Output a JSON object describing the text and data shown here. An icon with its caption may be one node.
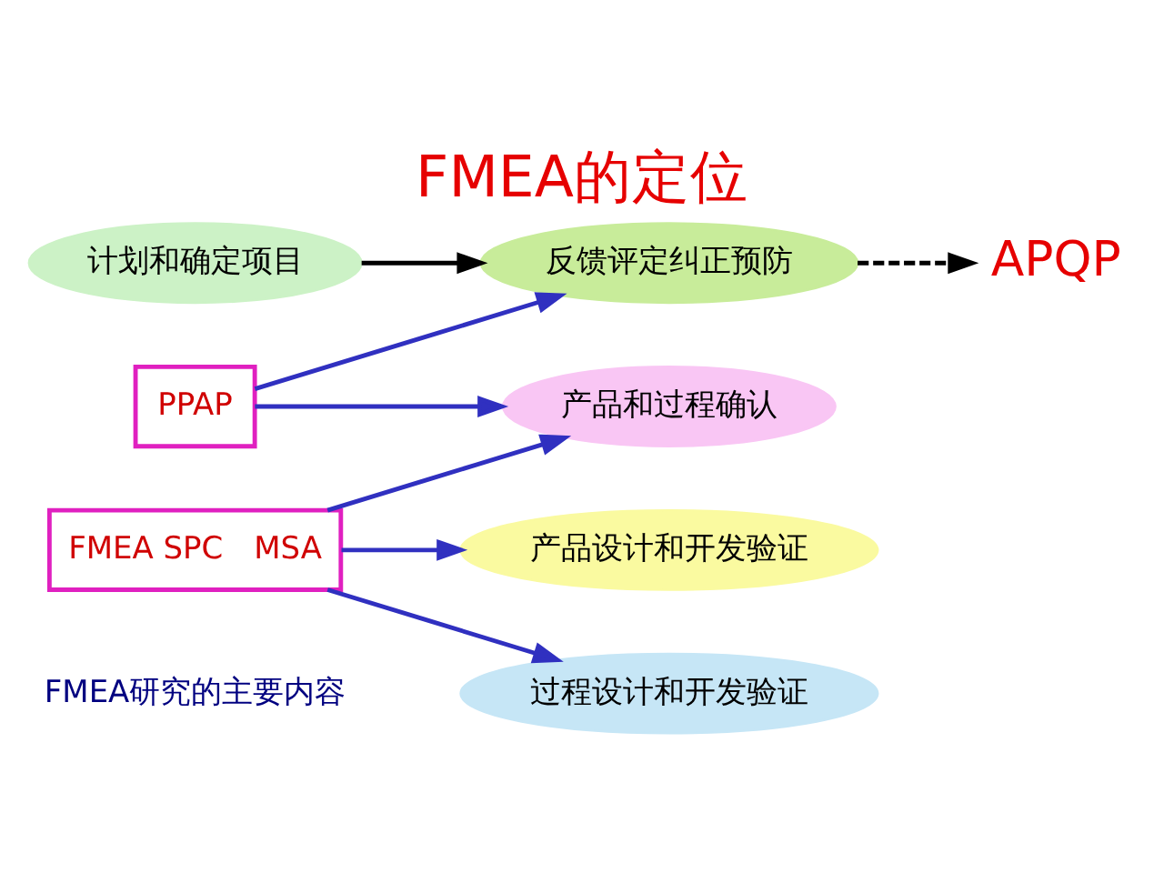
{
  "diagram": {
    "title": "FMEA的定位",
    "nodes": [
      {
        "text": [
          "APQP"
        ]
      },
      {
        "text": [
          "反馈评定纠正预防"
        ]
      },
      {
        "text": [
          "产品和过程确认"
        ]
      },
      {
        "text": [
          "计划和确定项目"
        ]
      },
      {
        "text": [
          "产品设计和开发验证"
        ]
      },
      {
        "text": [
          "过程设计和开发验证"
        ]
      },
      {
        "text": [
          "PPAP"
        ]
      },
      {
        "text": [
          "FMEA SPC　MSA"
        ]
      }
    ],
    "edges": [
      {
        "from": 3,
        "to": 1,
        "arrow": "to",
        "color": "#000000"
      },
      {
        "from": 1,
        "to": 0,
        "arrow": "to",
        "style": "dashed",
        "color": "#000000"
      },
      {
        "from": 6,
        "to": 1,
        "arrow": "to"
      },
      {
        "from": 6,
        "to": 2,
        "arrow": "to"
      },
      {
        "from": 7,
        "to": 4,
        "arrow": "to"
      },
      {
        "from": 7,
        "to": 5,
        "arrow": "to"
      },
      {
        "from": 7,
        "to": 2,
        "arrow": "to"
      }
    ],
    "labels": [
      "FMEA研究的主要内容"
    ]
  }
}
